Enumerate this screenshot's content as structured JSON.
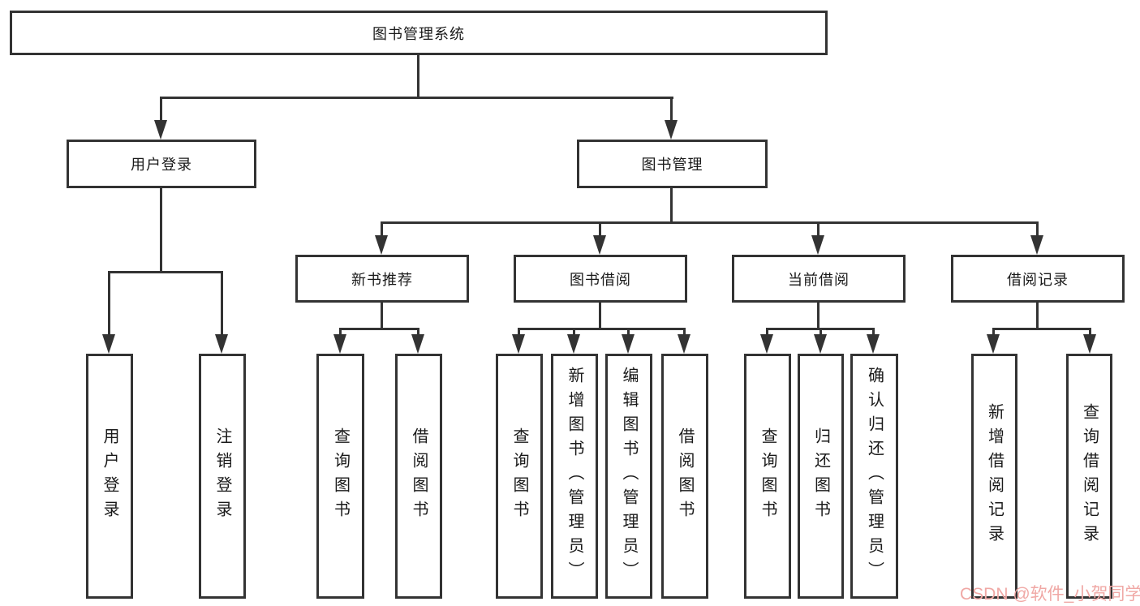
{
  "diagram_type": "hierarchy-tree",
  "title": "图书管理系统",
  "colors": {
    "line": "#333333",
    "box_border": "#333333",
    "box_background": "#ffffff",
    "text": "#1a1a1a",
    "page_background": "#ffffff",
    "watermark": "#f0a8a5"
  },
  "tree": {
    "label": "图书管理系统",
    "children": [
      {
        "label": "用户登录",
        "children": [
          {
            "label": "用户登录"
          },
          {
            "label": "注销登录"
          }
        ]
      },
      {
        "label": "图书管理",
        "children": [
          {
            "label": "新书推荐",
            "children": [
              {
                "label": "查询图书"
              },
              {
                "label": "借阅图书"
              }
            ]
          },
          {
            "label": "图书借阅",
            "children": [
              {
                "label": "查询图书"
              },
              {
                "label": "新增图书（管理员）"
              },
              {
                "label": "编辑图书（管理员）"
              },
              {
                "label": "借阅图书"
              }
            ]
          },
          {
            "label": "当前借阅",
            "children": [
              {
                "label": "查询图书"
              },
              {
                "label": "归还图书"
              },
              {
                "label": "确认归还（管理员）"
              }
            ]
          },
          {
            "label": "借阅记录",
            "children": [
              {
                "label": "新增借阅记录"
              },
              {
                "label": "查询借阅记录"
              }
            ]
          }
        ]
      }
    ]
  },
  "watermark": {
    "text": "CSDN @软件_小贺同学"
  }
}
